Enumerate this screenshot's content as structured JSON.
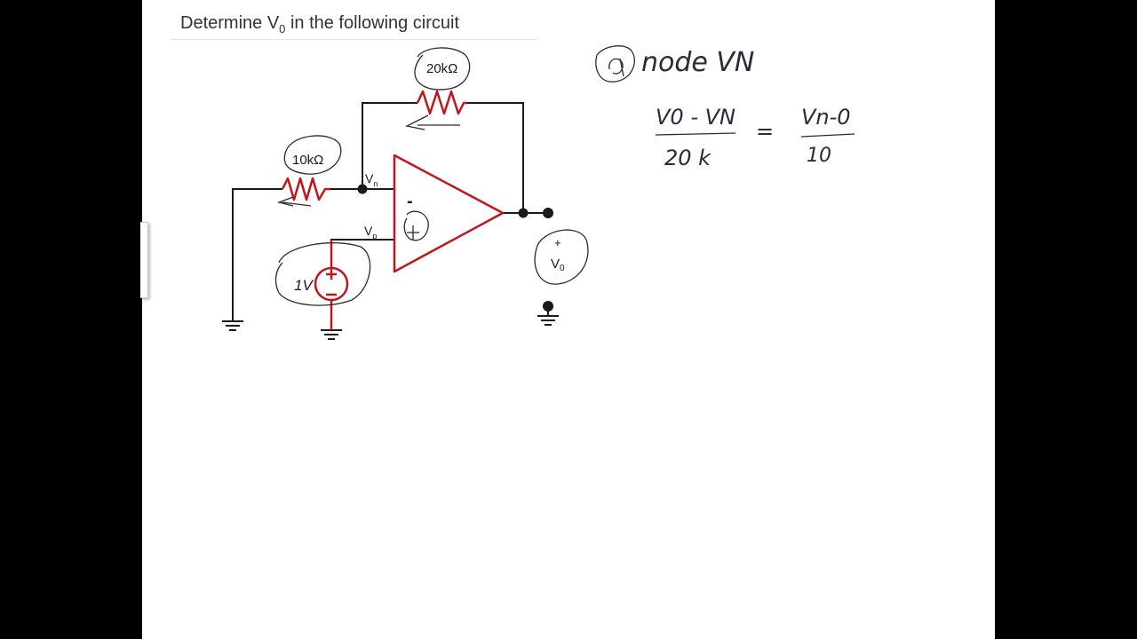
{
  "title": {
    "prefix": "Determine V",
    "subscript": "0",
    "suffix": " in the following circuit"
  },
  "circuit": {
    "r_feedback": "20kΩ",
    "r_input": "10kΩ",
    "node_n": "V",
    "node_n_sub": "n",
    "node_p": "V",
    "node_p_sub": "p",
    "source": "1V",
    "minus_terminal": "-",
    "output_plus": "+",
    "output_label": "V",
    "output_sub": "0"
  },
  "notes": {
    "heading": "node VN",
    "numerator_left": "V0 - VN",
    "denominator_left": "20 k",
    "equals": "=",
    "numerator_right": "Vn-0",
    "denominator_right": "10"
  },
  "colors": {
    "wire": "#1a1a1a",
    "component": "#c0171d",
    "ink": "#2a2a3a",
    "background": "#ffffff",
    "frame": "#000000"
  }
}
